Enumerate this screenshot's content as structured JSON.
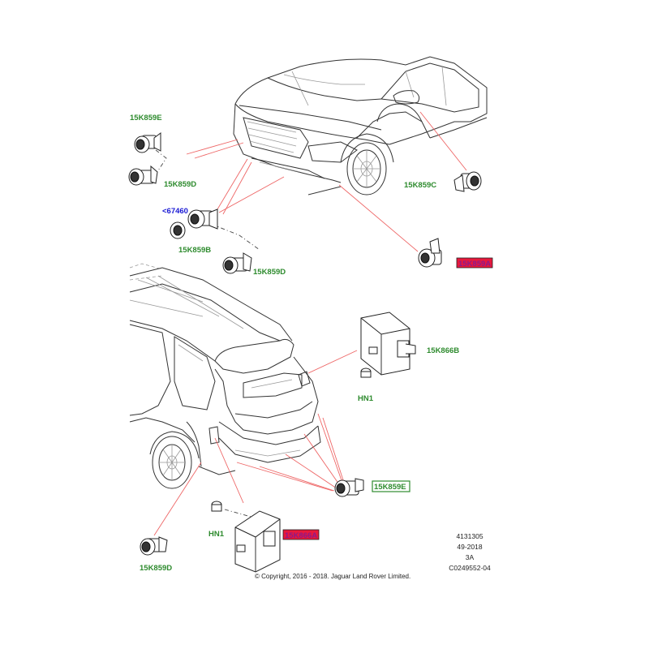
{
  "labels": {
    "p15K859E_top": "15K859E",
    "p15K859D_top": "15K859D",
    "p67460": "<67460",
    "p15K859B": "15K859B",
    "p15K859D_mid": "15K859D",
    "p15K859C": "15K859C",
    "p15K859A": "15K859A",
    "p15K866B": "15K866B",
    "hn1_right": "HN1",
    "p15K859E_rear": "15K859E",
    "hn1_left": "HN1",
    "p15K866A": "15K866A",
    "p15K859D_bottom": "15K859D"
  },
  "meta": {
    "line1": "4131305",
    "line2": "49-2018",
    "line3": "3A",
    "line4": "C0249552-04",
    "copyright": "© Copyright, 2016 - 2018. Jaguar Land Rover Limited."
  },
  "colors": {
    "label_green": "#2e8b2e",
    "label_blue": "#1a1ad4",
    "highlight_red": "#e8183c",
    "highlight_text": "#8b1a8b",
    "box_green": "#2e8b2e",
    "leader_red": "#e66666"
  }
}
